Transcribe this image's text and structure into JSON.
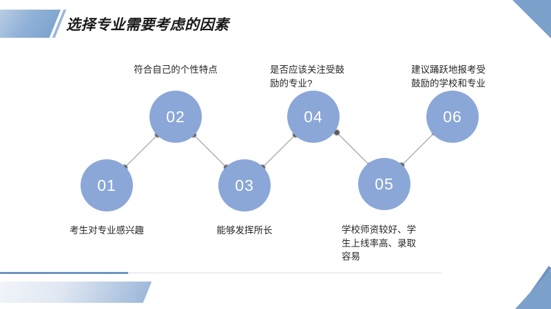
{
  "slide": {
    "title": "选择专业需要考虑的因素",
    "accent_color": "#7ba0ca",
    "node_color": "#8ba7d8",
    "connector_color": "#9b9b9b",
    "text_color": "#262626",
    "background": "#ffffff"
  },
  "nodes": [
    {
      "number": "01",
      "label": "考生对专业感兴趣"
    },
    {
      "number": "02",
      "label": "符合自己的个性特点"
    },
    {
      "number": "03",
      "label": "能够发挥所长"
    },
    {
      "number": "04",
      "label": "是否应该关注受鼓\n励的专业?"
    },
    {
      "number": "05",
      "label": "学校师资较好、学\n生上线率高、录取\n容易"
    },
    {
      "number": "06",
      "label": "建议踊跃地报考受\n鼓励的学校和专业"
    }
  ]
}
